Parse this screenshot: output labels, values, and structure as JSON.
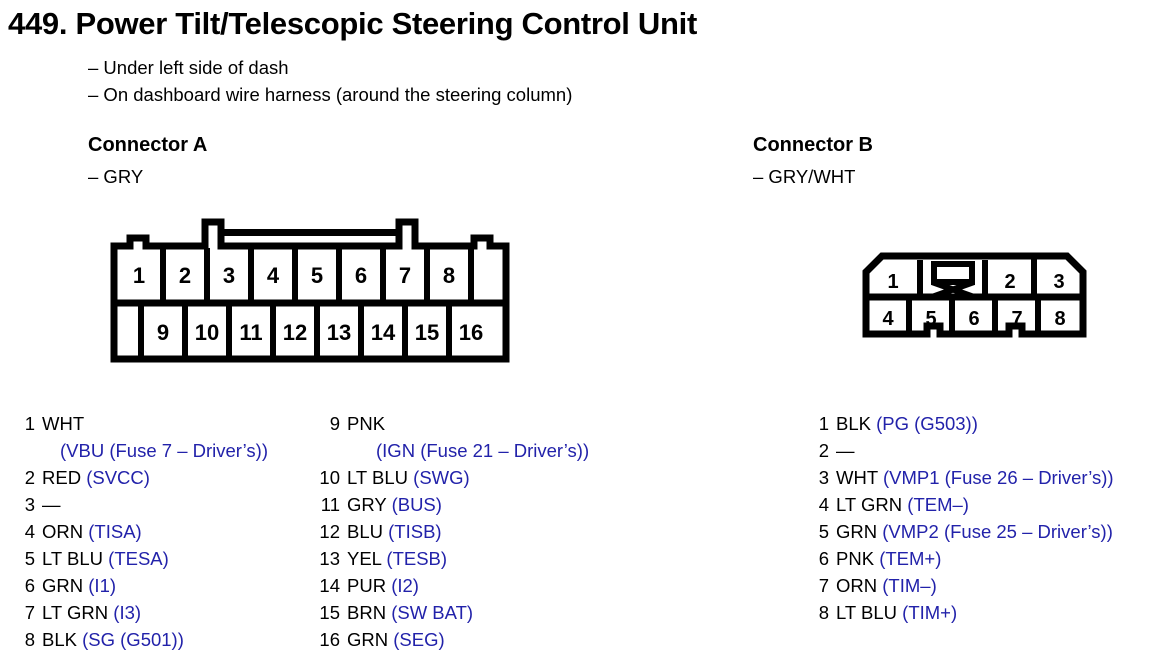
{
  "page": {
    "number": "449.",
    "title": "Power Tilt/Telescopic Steering Control Unit",
    "full_title": "449. Power Tilt/Telescopic Steering Control Unit",
    "locations": [
      "– Under left side of dash",
      "– On dashboard wire harness (around the steering column)"
    ]
  },
  "colors": {
    "signal_blue": "#2222AA",
    "text_black": "#000000",
    "background": "#FFFFFF"
  },
  "connector_a": {
    "heading": "Connector A",
    "color_code": "– GRY",
    "diagram": {
      "top_row": [
        "1",
        "2",
        "3",
        "4",
        "5",
        "6",
        "7",
        "8"
      ],
      "bottom_row": [
        "9",
        "10",
        "11",
        "12",
        "13",
        "14",
        "15",
        "16"
      ]
    },
    "pins_left": [
      {
        "no": "1",
        "wire": "WHT",
        "signal": "",
        "cont": "(VBU (Fuse 7 – Driver’s))"
      },
      {
        "no": "2",
        "wire": "RED",
        "signal": "(SVCC)"
      },
      {
        "no": "3",
        "wire": "—",
        "signal": ""
      },
      {
        "no": "4",
        "wire": "ORN",
        "signal": "(TISA)"
      },
      {
        "no": "5",
        "wire": "LT BLU",
        "signal": "(TESA)"
      },
      {
        "no": "6",
        "wire": "GRN",
        "signal": "(I1)"
      },
      {
        "no": "7",
        "wire": "LT GRN",
        "signal": "(I3)"
      },
      {
        "no": "8",
        "wire": "BLK",
        "signal": "(SG (G501))"
      }
    ],
    "pins_right": [
      {
        "no": "9",
        "wire": "PNK",
        "signal": "",
        "cont": "(IGN (Fuse 21 – Driver’s))"
      },
      {
        "no": "10",
        "wire": "LT BLU",
        "signal": "(SWG)"
      },
      {
        "no": "11",
        "wire": "GRY",
        "signal": "(BUS)"
      },
      {
        "no": "12",
        "wire": "BLU",
        "signal": "(TISB)"
      },
      {
        "no": "13",
        "wire": "YEL",
        "signal": "(TESB)"
      },
      {
        "no": "14",
        "wire": "PUR",
        "signal": "(I2)"
      },
      {
        "no": "15",
        "wire": "BRN",
        "signal": "(SW BAT)"
      },
      {
        "no": "16",
        "wire": "GRN",
        "signal": "(SEG)"
      }
    ]
  },
  "connector_b": {
    "heading": "Connector B",
    "color_code": "– GRY/WHT",
    "diagram": {
      "top_row": [
        "1",
        "",
        "2",
        "3"
      ],
      "bottom_row": [
        "4",
        "5",
        "6",
        "7",
        "8"
      ],
      "latch_label": "latch-tab"
    },
    "pins": [
      {
        "no": "1",
        "wire": "BLK",
        "signal": "(PG (G503))"
      },
      {
        "no": "2",
        "wire": "—",
        "signal": ""
      },
      {
        "no": "3",
        "wire": "WHT",
        "signal": "(VMP1 (Fuse 26 – Driver’s))"
      },
      {
        "no": "4",
        "wire": "LT GRN",
        "signal": "(TEM–)"
      },
      {
        "no": "5",
        "wire": "GRN",
        "signal": "(VMP2 (Fuse 25 – Driver’s))"
      },
      {
        "no": "6",
        "wire": "PNK",
        "signal": "(TEM+)"
      },
      {
        "no": "7",
        "wire": "ORN",
        "signal": "(TIM–)"
      },
      {
        "no": "8",
        "wire": "LT BLU",
        "signal": "(TIM+)"
      }
    ]
  }
}
